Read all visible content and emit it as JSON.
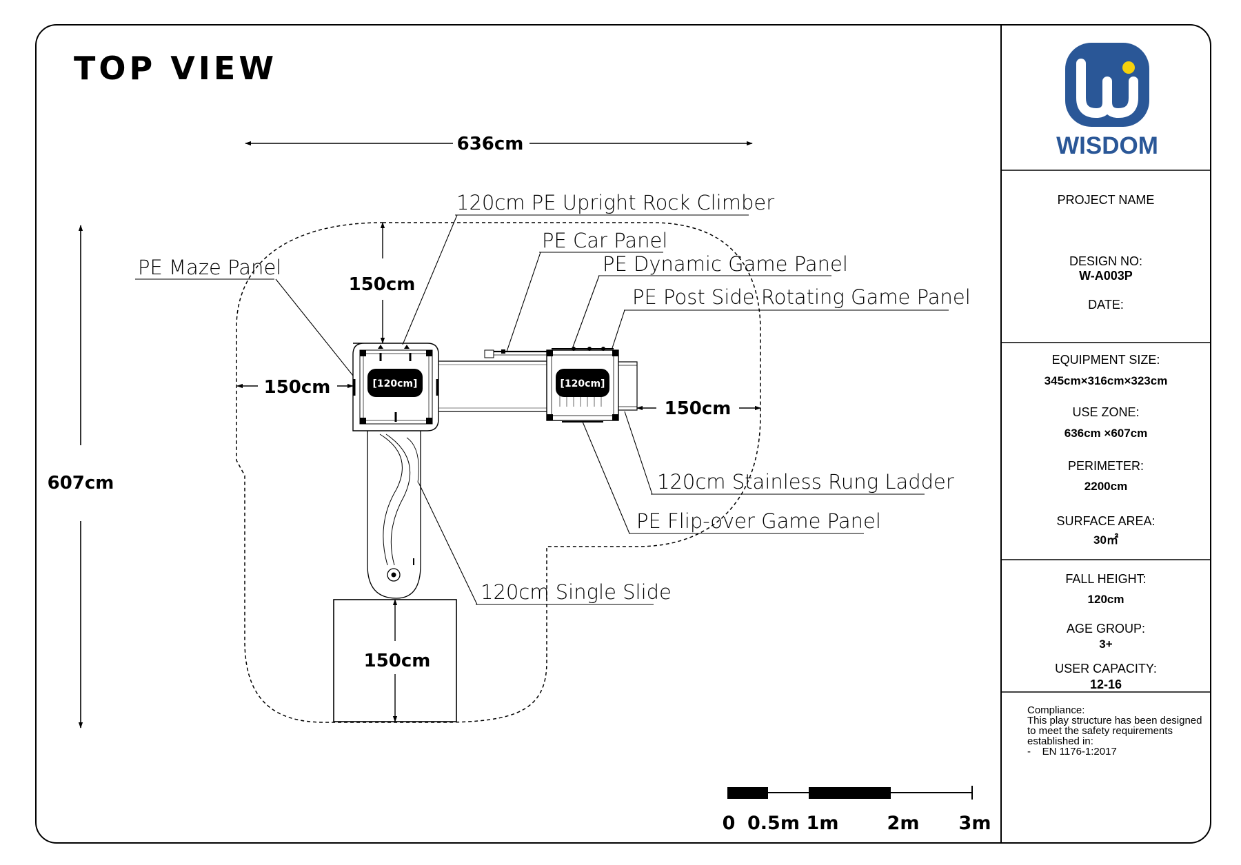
{
  "title": "TOP VIEW",
  "dimensions": {
    "width": "636cm",
    "height": "607cm",
    "top_clearance": "150cm",
    "left_clearance": "150cm",
    "right_clearance": "150cm",
    "slide_clearance": "150cm",
    "platform_left": "[120cm]",
    "platform_right": "[120cm]"
  },
  "callouts": {
    "rock_climber": "120cm PE Upright Rock Climber",
    "car_panel": "PE Car Panel",
    "maze_panel": "PE Maze Panel",
    "dynamic_panel": "PE Dynamic Game Panel",
    "rotating_panel": "PE Post Side Rotating Game Panel",
    "rung_ladder": "120cm Stainless Rung Ladder",
    "flip_panel": "PE Flip-over Game Panel",
    "single_slide": "120cm Single Slide"
  },
  "scale_bar": [
    "0",
    "0.5m",
    "1m",
    "2m",
    "3m"
  ],
  "brand": {
    "name": "WISDOM",
    "color": "#2a5797",
    "dot_color": "#f5d10c"
  },
  "info": {
    "project_name_label": "PROJECT NAME",
    "design_no_label": "DESIGN NO:",
    "design_no": "W-A003P",
    "date_label": "DATE:",
    "equipment_size_label": "EQUIPMENT SIZE:",
    "equipment_size": "345cm×316cm×323cm",
    "use_zone_label": "USE ZONE:",
    "use_zone": "636cm ×607cm",
    "perimeter_label": "PERIMETER:",
    "perimeter": "2200cm",
    "surface_area_label": "SURFACE AREA:",
    "surface_area": "30㎡",
    "fall_height_label": "FALL HEIGHT:",
    "fall_height": "120cm",
    "age_group_label": "AGE GROUP:",
    "age_group": "3+",
    "user_capacity_label": "USER CAPACITY:",
    "user_capacity": "12-16"
  },
  "compliance": {
    "heading": "Compliance:",
    "line1": "This play structure has been designed",
    "line2": "to meet the safety requirements",
    "line3": "established in:",
    "standard": "-    EN 1176-1:2017"
  }
}
